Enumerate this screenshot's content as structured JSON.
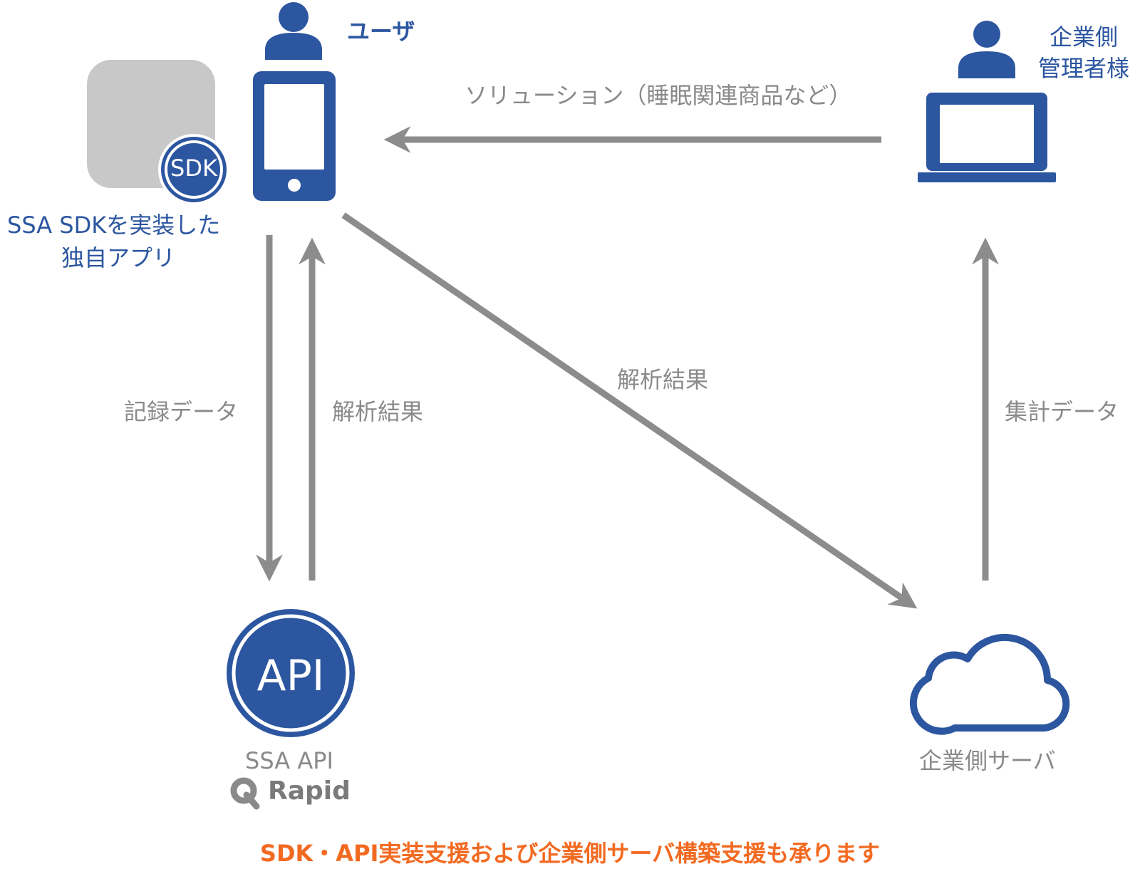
{
  "colors": {
    "accent": "#2c56a0",
    "arrow": "#8c8c8c",
    "label": "#8a8a8a",
    "note": "#f26a21",
    "app_tile": "#c8c8c8"
  },
  "nodes": {
    "user": {
      "label": "ユーザ",
      "icon": "person-icon"
    },
    "phone": {
      "icon": "smartphone-icon"
    },
    "app": {
      "badge": "SDK",
      "label_line1": "SSA SDKを実装した",
      "label_line2": "独自アプリ",
      "icon": "app-tile-icon"
    },
    "admin": {
      "label_line1": "企業側",
      "label_line2": "管理者様",
      "icon": "person-icon"
    },
    "laptop": {
      "icon": "laptop-icon"
    },
    "api": {
      "badge": "API",
      "label": "SSA API",
      "brand": "Rapid",
      "icon": "rapid-logo-icon"
    },
    "server": {
      "label": "企業側サーバ",
      "icon": "cloud-icon"
    }
  },
  "edges": {
    "solution": "ソリューション（睡眠関連商品など）",
    "record": "記録データ",
    "result_api": "解析結果",
    "result_server": "解析結果",
    "aggregate": "集計データ"
  },
  "footer_note": "SDK・API実装支援および企業側サーバ構築支援も承ります"
}
